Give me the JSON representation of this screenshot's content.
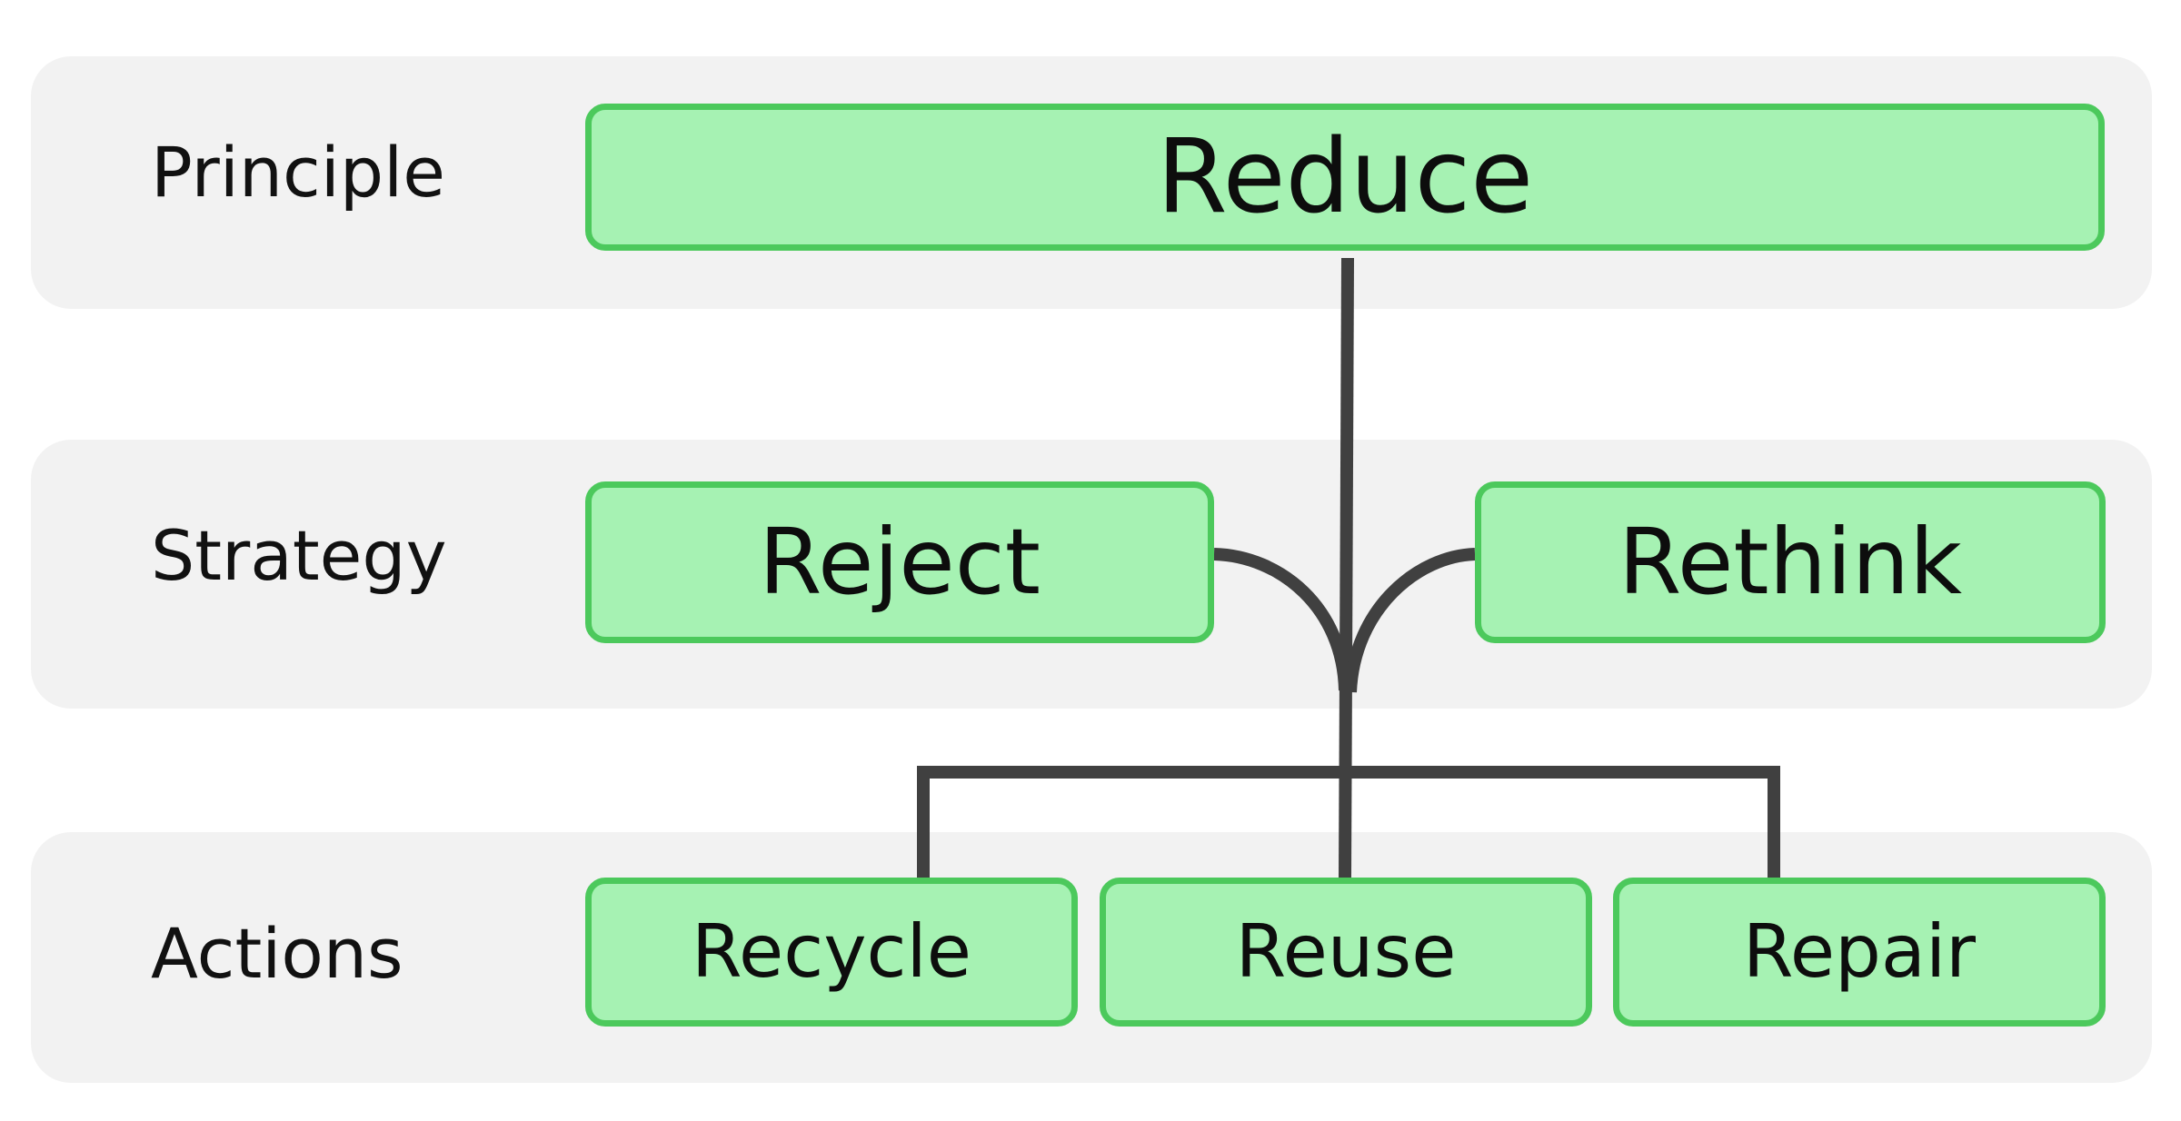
{
  "rows": {
    "principle": "Principle",
    "strategy": "Strategy",
    "actions": "Actions"
  },
  "nodes": {
    "principle": "Reduce",
    "strategy_left": "Reject",
    "strategy_right": "Rethink",
    "action_left": "Recycle",
    "action_center": "Reuse",
    "action_right": "Repair"
  },
  "colors": {
    "band_fill": "#f2f2f2",
    "node_fill": "#a6f2b3",
    "node_border": "#4cc95c",
    "connector": "#404040",
    "text": "#0d0d0d"
  }
}
